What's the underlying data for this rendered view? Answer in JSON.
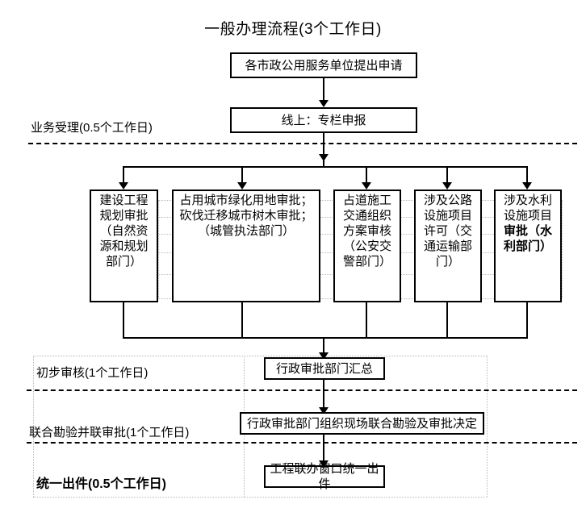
{
  "title": "一般办理流程(3个工作日)",
  "flow": {
    "step_apply": "各市政公用服务单位提出申请",
    "step_online": "线上：专栏申报",
    "step_summary": "行政审批部门汇总",
    "step_joint": "行政审批部门组织现场联合勘验及审批决定",
    "step_output": "工程联办窗口统一出件"
  },
  "phases": [
    {
      "label": "业务受理(0.5个工作日)",
      "bold": false
    },
    {
      "label": "初步审核(1个工作日)",
      "bold": false
    },
    {
      "label": "联合勘验并联审批(1个工作日)",
      "bold": false
    },
    {
      "label": "统一出件(0.5个工作日)",
      "bold": true
    }
  ],
  "parallel_boxes": [
    {
      "id": "planning-approval",
      "lines": [
        {
          "text": "建设工程",
          "bold": false
        },
        {
          "text": "规划审批",
          "bold": false
        },
        {
          "text": "（自然资",
          "bold": false
        },
        {
          "text": "源和规划",
          "bold": false
        },
        {
          "text": "部门）",
          "bold": false
        }
      ]
    },
    {
      "id": "greenland-tree-approval",
      "lines": [
        {
          "text": "占用城市绿化用地审批；",
          "bold": false
        },
        {
          "text": "砍伐迁移城市树木审批；",
          "bold": false
        },
        {
          "text": "（城管执法部门）",
          "bold": false
        }
      ]
    },
    {
      "id": "road-traffic-plan-review",
      "lines": [
        {
          "text": "占道施工",
          "bold": false
        },
        {
          "text": "交通组织",
          "bold": false
        },
        {
          "text": "方案审核",
          "bold": false
        },
        {
          "text": "（公安交",
          "bold": false
        },
        {
          "text": "警部门）",
          "bold": false
        }
      ]
    },
    {
      "id": "highway-facility-permit",
      "lines": [
        {
          "text": "涉及公路",
          "bold": false
        },
        {
          "text": "设施项目",
          "bold": false
        },
        {
          "text": "许可（交",
          "bold": false
        },
        {
          "text": "通运输部",
          "bold": false
        },
        {
          "text": "门）",
          "bold": false
        }
      ]
    },
    {
      "id": "water-facility-approval",
      "lines": [
        {
          "text": "涉及水利",
          "bold": false
        },
        {
          "text": "设施项目",
          "bold": false
        },
        {
          "text": "审批（水",
          "bold": true
        },
        {
          "text": "利部门）",
          "bold": true
        }
      ]
    }
  ],
  "colors": {
    "ink": "#000000",
    "guide": "#b9b9b9",
    "background": "#ffffff"
  }
}
